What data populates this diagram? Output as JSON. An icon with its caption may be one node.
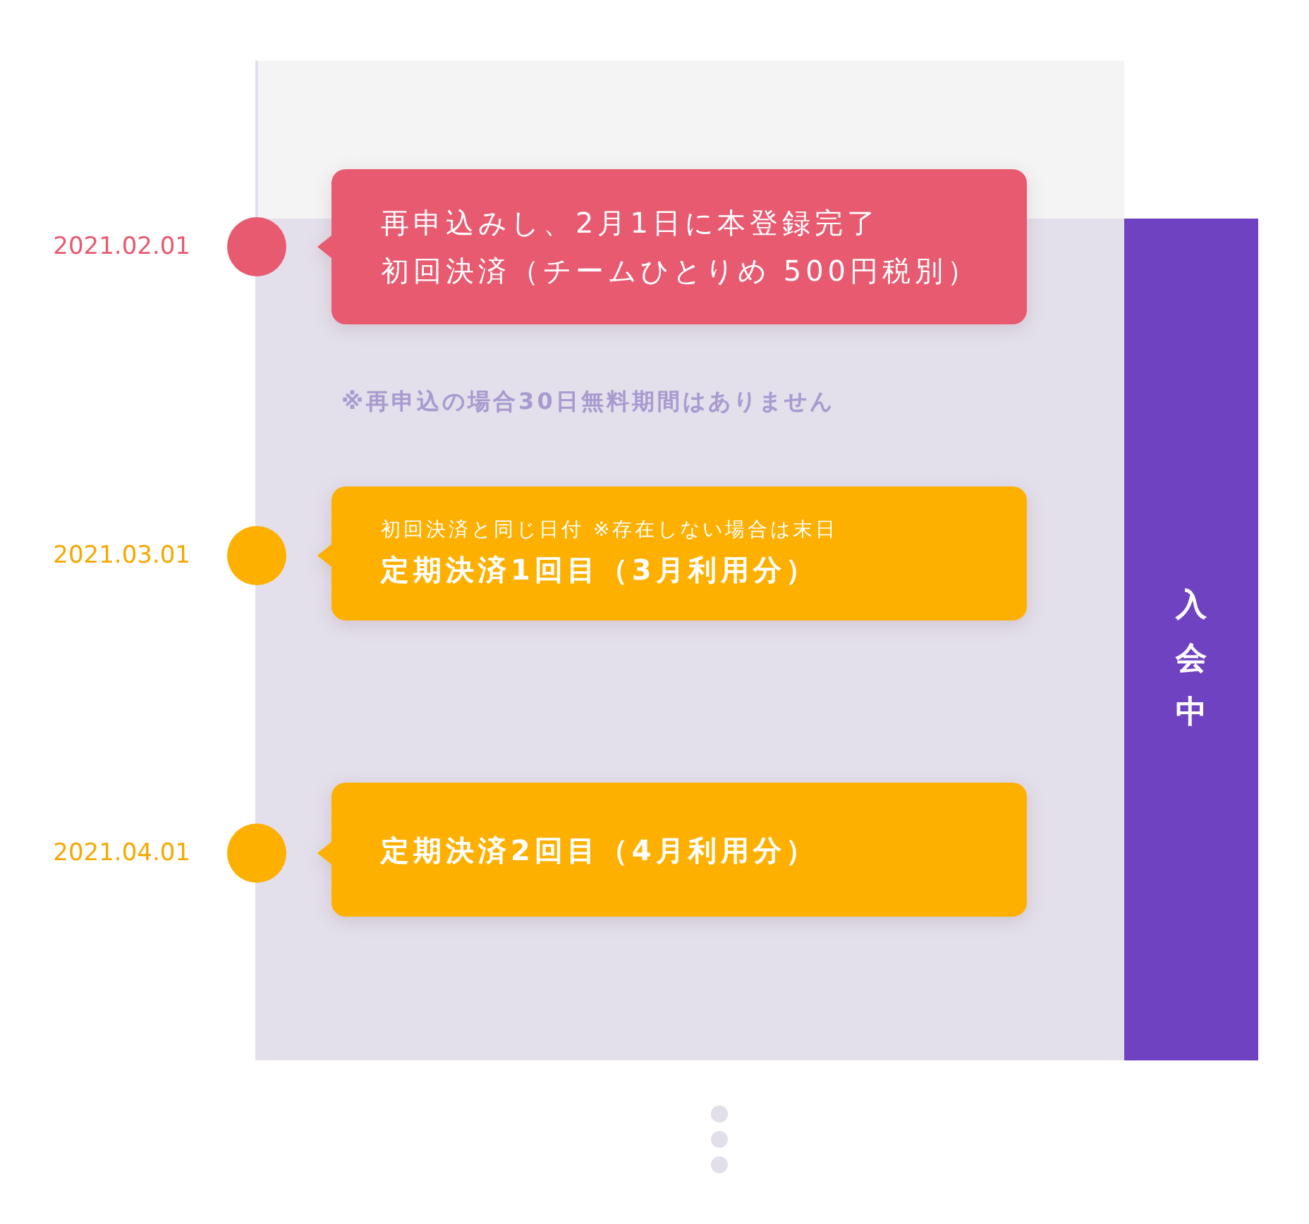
{
  "diagram": {
    "nodes": [
      {
        "text": [],
        "shape": "circle",
        "beside": [
          "2021.02.01"
        ]
      },
      {
        "text": [
          "再申込みし、2月1日に本登録完了",
          "初回決済（チームひとりめ 500円税別）"
        ]
      },
      {
        "text": [],
        "shape": "circle",
        "beside": [
          "2021.03.01"
        ]
      },
      {
        "text": [
          "初回決済と同じ日付 ※存在しない場合は末日",
          "定期決済1回目（3月利用分）"
        ]
      },
      {
        "text": [],
        "shape": "circle",
        "beside": [
          "2021.04.01"
        ]
      },
      {
        "text": [
          "定期決済2回目（4月利用分）"
        ]
      },
      {
        "text": [
          "入会中"
        ]
      }
    ],
    "labels": [
      "※再申込の場合30日無料期間はありません"
    ]
  }
}
